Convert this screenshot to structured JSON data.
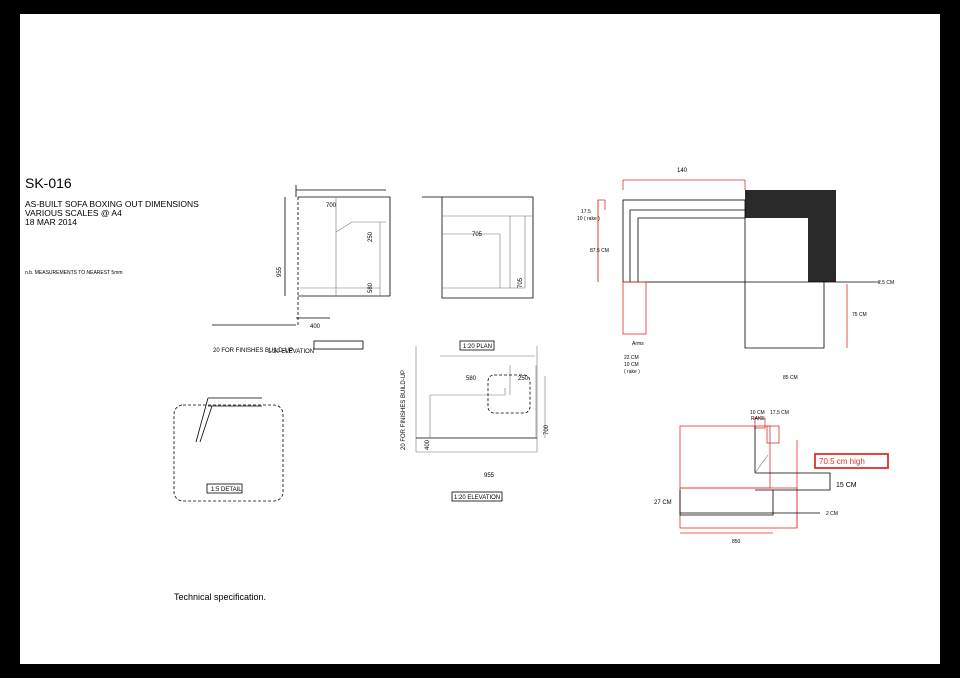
{
  "title_block": {
    "sheet_id": "SK-016",
    "line1": "AS-BUILT SOFA BOXING OUT DIMENSIONS",
    "line2": "VARIOUS SCALES @ A4",
    "line3": "18 MAR 2014",
    "note": "n.b. MEASUREMENTS TO NEAREST 5mm"
  },
  "elevation_1": {
    "dims": {
      "top": "700",
      "right_upper": "250",
      "right_lower": "580",
      "left": "955",
      "bottom": "400"
    },
    "caption": "1:20 ELEVATION",
    "note": "20 FOR FINISHES BUILD-UP"
  },
  "detail": {
    "caption": "1:5 DETAIL"
  },
  "plan_top": {
    "dims": {
      "width": "705",
      "side": "705"
    }
  },
  "plan": {
    "caption": "1:20 PLAN",
    "dims": {
      "a": "580",
      "b": "250",
      "height": "700",
      "left": "400",
      "bottom": "955"
    },
    "note": "20 FOR FINISHES BUILD-UP",
    "caption2": "1:20 ELEVATION"
  },
  "sofa_section": {
    "labels": {
      "top": "140",
      "d1": "17.5",
      "d2": "10 ( rake )",
      "d3": "87.5 CM",
      "right_top": "2.5 CM",
      "right": "75 CM",
      "arms": "Arms",
      "arm1": "22 CM",
      "arm2": "10 CM",
      "arm3": "( rake )",
      "bottom": "85 CM"
    }
  },
  "sofa_side": {
    "labels": {
      "rake_a": "10 CM",
      "rake_b": "RAKE",
      "rake_c": "17.5 CM",
      "highlight": "70.5 cm high",
      "seat": "15 CM",
      "left": "27 CM",
      "right": "2 CM",
      "bottom": "850"
    }
  },
  "caption": "Technical specification.",
  "colors": {
    "accent": "#e0302a",
    "fill_dark": "#2a2a2a"
  }
}
